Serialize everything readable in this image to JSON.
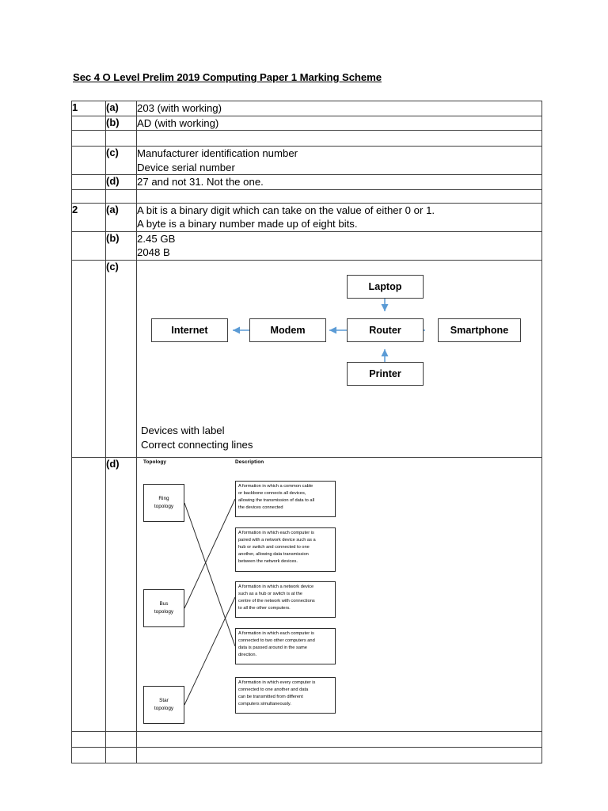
{
  "document": {
    "title": "Sec 4 O Level Prelim 2019 Computing Paper 1 Marking Scheme"
  },
  "colors": {
    "arrow": "#5B9BD5",
    "border": "#404040",
    "text": "#000000"
  },
  "table": {
    "q1": {
      "number": "1",
      "parts": {
        "a": {
          "label": "(a)",
          "lines": [
            "203 (with working)"
          ]
        },
        "b": {
          "label": "(b)",
          "lines": [
            "AD (with working)"
          ]
        },
        "c": {
          "label": "(c)",
          "lines": [
            "Manufacturer identification number",
            "Device serial number"
          ]
        },
        "d": {
          "label": "(d)",
          "lines": [
            "27 and not 31. Not the one."
          ]
        }
      }
    },
    "q2": {
      "number": "2",
      "parts": {
        "a": {
          "label": "(a)",
          "lines": [
            "A bit is a binary digit which can take on the value of either 0 or 1.",
            "A byte is a binary number made up of eight bits."
          ]
        },
        "b": {
          "label": "(b)",
          "lines": [
            "2.45 GB",
            "2048 B"
          ]
        },
        "c": {
          "label": "(c)"
        },
        "d": {
          "label": "(d)"
        }
      }
    }
  },
  "network_diagram": {
    "nodes": {
      "laptop": "Laptop",
      "internet": "Internet",
      "modem": "Modem",
      "router": "Router",
      "smartphone": "Smartphone",
      "printer": "Printer"
    },
    "notes": [
      "Devices with label",
      "Correct connecting lines"
    ]
  },
  "topology_activity": {
    "headers": {
      "topology": "Topology",
      "description": "Description"
    },
    "topologies": [
      {
        "id": "ring",
        "lines": [
          "Ring",
          "topology"
        ]
      },
      {
        "id": "bus",
        "lines": [
          "Bus",
          "topology"
        ]
      },
      {
        "id": "star",
        "lines": [
          "Star",
          "topology"
        ]
      }
    ],
    "descriptions": [
      {
        "id": "d1",
        "lines": [
          "A formation in which a common cable",
          "or backbone connects all devices,",
          "allowing the transmission of data to all",
          "the devices connected"
        ]
      },
      {
        "id": "d2",
        "lines": [
          "A formation in which each computer is",
          "paired with a network device such as a",
          "hub or switch and connected to one",
          "another, allowing data transmission",
          "between the network devices."
        ]
      },
      {
        "id": "d3",
        "lines": [
          "A formation in which a network device",
          "such as a hub or switch is at the",
          "centre of the network with connections",
          "to all the other computers."
        ]
      },
      {
        "id": "d4",
        "lines": [
          "A formation in which each computer is",
          "connected to two other computers and",
          "data is passed around in the same",
          "direction."
        ]
      },
      {
        "id": "d5",
        "lines": [
          "A formation in which every computer is",
          "connected to one another and data",
          "can be transmitted from different",
          "computers simultaneously."
        ]
      }
    ],
    "matches": [
      {
        "from": "ring",
        "to": "d4"
      },
      {
        "from": "bus",
        "to": "d1"
      },
      {
        "from": "star",
        "to": "d3"
      }
    ]
  }
}
